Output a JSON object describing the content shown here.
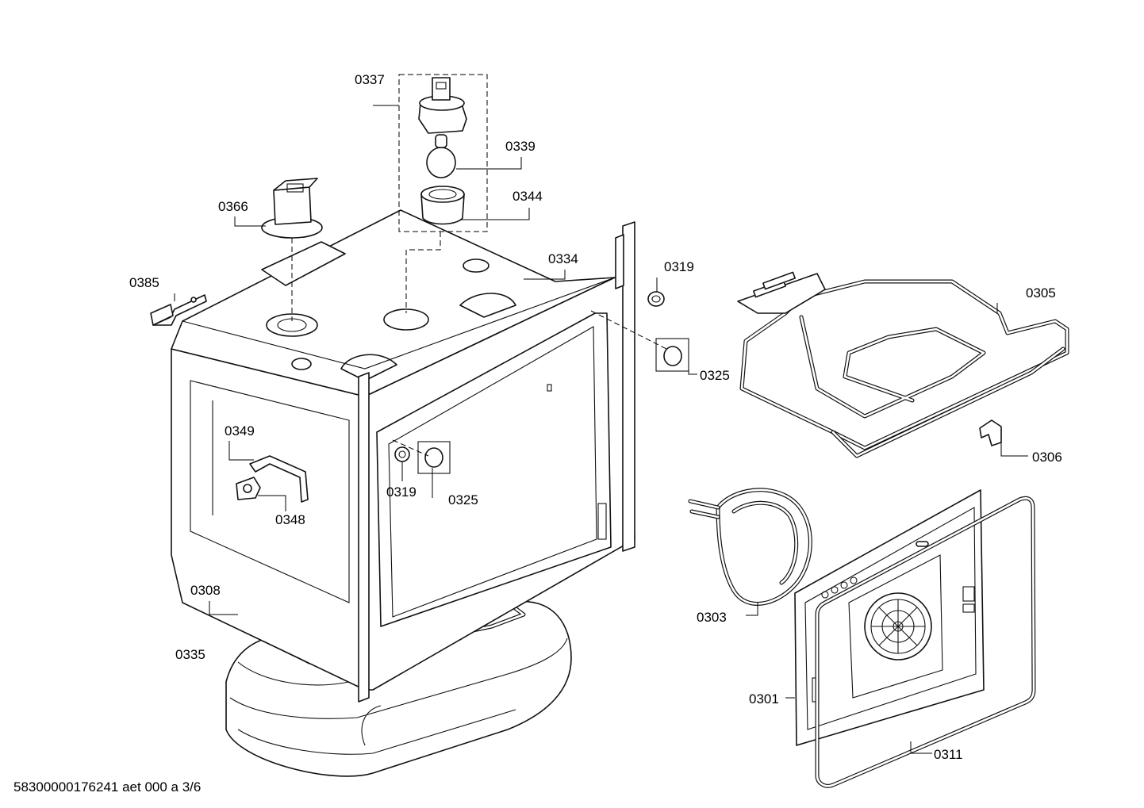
{
  "labels": {
    "l0337": "0337",
    "l0339": "0339",
    "l0344": "0344",
    "l0366": "0366",
    "l0334": "0334",
    "l0319a": "0319",
    "l0305": "0305",
    "l0385": "0385",
    "l0325a": "0325",
    "l0349": "0349",
    "l0319b": "0319",
    "l0325b": "0325",
    "l0348": "0348",
    "l0306": "0306",
    "l0308": "0308",
    "l0303": "0303",
    "l0335": "0335",
    "l0301": "0301",
    "l0311": "0311"
  },
  "footer": "58300000176241 aet 000 a 3/6"
}
